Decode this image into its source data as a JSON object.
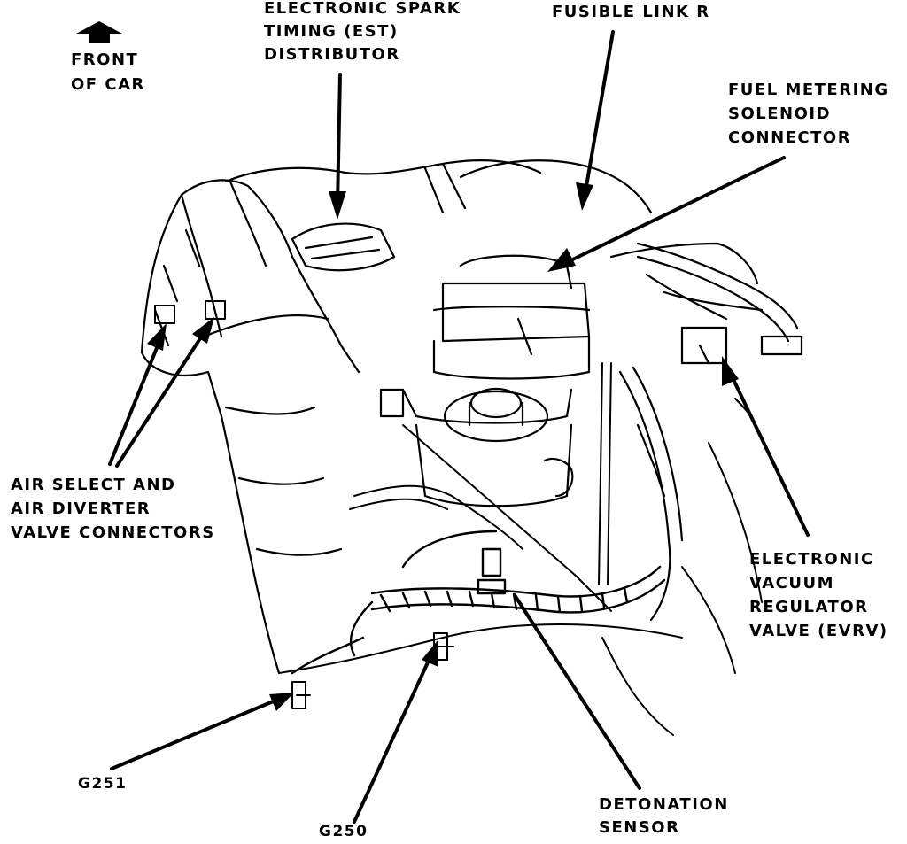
{
  "labels": {
    "front": [
      "FRONT",
      "OF CAR"
    ],
    "est": [
      "ELECTRONIC SPARK",
      "TIMING (EST)",
      "DISTRIBUTOR"
    ],
    "fusible": [
      "FUSIBLE LINK R"
    ],
    "fuel": [
      "FUEL METERING",
      "SOLENOID",
      "CONNECTOR"
    ],
    "air": [
      "AIR SELECT AND",
      "AIR DIVERTER",
      "VALVE CONNECTORS"
    ],
    "evrv": [
      "ELECTRONIC",
      "VACUUM",
      "REGULATOR",
      "VALVE (EVRV)"
    ],
    "g251": [
      "G251"
    ],
    "g250": [
      "G250"
    ],
    "detonation": [
      "DETONATION",
      "SENSOR"
    ]
  },
  "colors": {
    "ink": "#000000",
    "paper": "#ffffff"
  },
  "icons": {
    "front_marker": "up-arrow-icon"
  }
}
